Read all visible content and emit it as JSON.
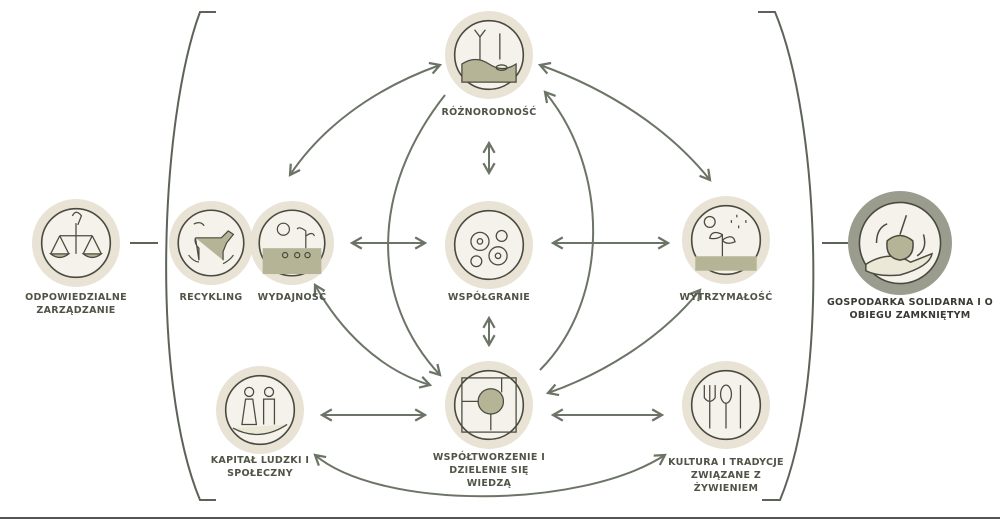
{
  "nodes": {
    "odpowiedzialne": {
      "lines": [
        "ODPOWIEDZIALNE",
        "ZARZĄDZANIE"
      ],
      "icon": "scales-icon"
    },
    "recykling": {
      "lines": [
        "RECYKLING"
      ],
      "icon": "cow-leaves-icon"
    },
    "wydajnosc": {
      "lines": [
        "WYDAJNOŚĆ"
      ],
      "icon": "sun-sprouts-icon"
    },
    "roznorodnosc": {
      "lines": [
        "RÓŻNORODNOŚĆ"
      ],
      "icon": "biodiversity-icon"
    },
    "wspolgranie": {
      "lines": [
        "WSPÓŁGRANIE"
      ],
      "icon": "gears-icon"
    },
    "wytrzymalosc": {
      "lines": [
        "WYTRZYMAŁOŚĆ"
      ],
      "icon": "plant-rain-icon"
    },
    "gospodarka": {
      "lines": [
        "GOSPODARKA SOLIDARNA I O",
        "OBIEGU ZAMKNIĘTYM"
      ],
      "icon": "hand-apple-cycle-icon"
    },
    "kapital": {
      "lines": [
        "KAPITAŁ LUDZKI  I",
        "SPOŁECZNY"
      ],
      "icon": "farmers-icon"
    },
    "wspoltworzenie": {
      "lines": [
        "WSPÓŁTWORZENIE I",
        "DZIELENIE SIĘ",
        "WIEDZĄ"
      ],
      "icon": "tree-icon"
    },
    "kultura": {
      "lines": [
        "KULTURA I TRADYCJE",
        "ZWIĄZANE Z",
        "ŻYWIENIEM"
      ],
      "icon": "cutlery-icon"
    }
  },
  "colors": {
    "ring": "#e8e3d4",
    "inner": "#f4f2ea",
    "stroke": "#4a4a3e",
    "fill": "#b5b497",
    "arrow": "#6b7466",
    "bracket": "#5c6358",
    "darkRing": "#9a9d8d"
  }
}
